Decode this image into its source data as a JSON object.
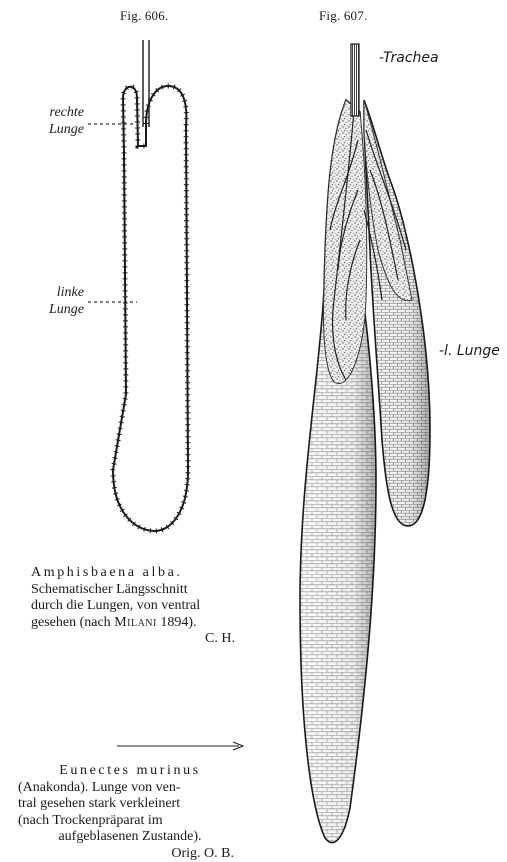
{
  "fig606": {
    "number": "Fig. 606.",
    "label_right_lung": [
      "rechte",
      "Lunge"
    ],
    "label_left_lung": [
      "linke",
      "Lunge"
    ],
    "caption": {
      "species": "Amphisbaena alba.",
      "line2": "Schematischer Längsschnitt",
      "line3": "durch die Lungen, von ventral",
      "line4_a": "gesehen (nach ",
      "line4_author": "Milani",
      "line4_b": " 1894).",
      "credit": "C. H."
    }
  },
  "fig607": {
    "number": "Fig. 607.",
    "label_trachea": "-Trachea",
    "label_left_lung": "-l. Lunge",
    "caption": {
      "species": "Eunectes murinus",
      "line2": "(Anakonda). Lunge von ven-",
      "line3": "tral gesehen stark verkleinert",
      "line4": "(nach Trockenpräparat im",
      "line5": "aufgeblasenen Zustande).",
      "credit": "Orig. O. B."
    }
  }
}
